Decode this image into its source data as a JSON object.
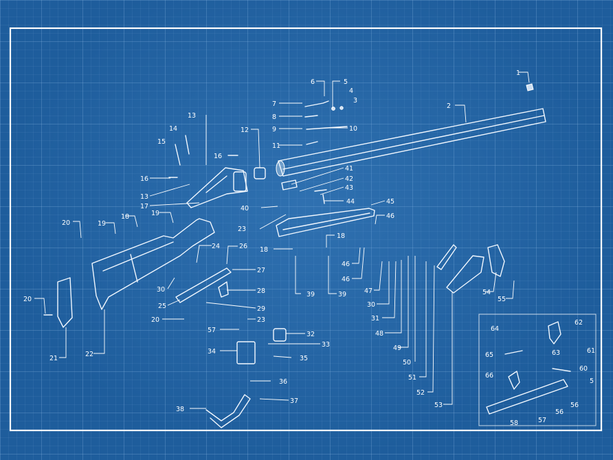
{
  "parts": [
    {
      "n": "1"
    },
    {
      "n": "2"
    },
    {
      "n": "6"
    },
    {
      "n": "5"
    },
    {
      "n": "4"
    },
    {
      "n": "3"
    },
    {
      "n": "7"
    },
    {
      "n": "8"
    },
    {
      "n": "9"
    },
    {
      "n": "10"
    },
    {
      "n": "11"
    },
    {
      "n": "13"
    },
    {
      "n": "14"
    },
    {
      "n": "12"
    },
    {
      "n": "15"
    },
    {
      "n": "16"
    },
    {
      "n": "16"
    },
    {
      "n": "13"
    },
    {
      "n": "17"
    },
    {
      "n": "19"
    },
    {
      "n": "41"
    },
    {
      "n": "42"
    },
    {
      "n": "43"
    },
    {
      "n": "44"
    },
    {
      "n": "40"
    },
    {
      "n": "45"
    },
    {
      "n": "23"
    },
    {
      "n": "46"
    },
    {
      "n": "20"
    },
    {
      "n": "19"
    },
    {
      "n": "18"
    },
    {
      "n": "18"
    },
    {
      "n": "18"
    },
    {
      "n": "24"
    },
    {
      "n": "26"
    },
    {
      "n": "46"
    },
    {
      "n": "27"
    },
    {
      "n": "46"
    },
    {
      "n": "47"
    },
    {
      "n": "30"
    },
    {
      "n": "28"
    },
    {
      "n": "39"
    },
    {
      "n": "39"
    },
    {
      "n": "54"
    },
    {
      "n": "55"
    },
    {
      "n": "25"
    },
    {
      "n": "29"
    },
    {
      "n": "30"
    },
    {
      "n": "20"
    },
    {
      "n": "20"
    },
    {
      "n": "23"
    },
    {
      "n": "31"
    },
    {
      "n": "57"
    },
    {
      "n": "32"
    },
    {
      "n": "48"
    },
    {
      "n": "33"
    },
    {
      "n": "49"
    },
    {
      "n": "34"
    },
    {
      "n": "35"
    },
    {
      "n": "21"
    },
    {
      "n": "22"
    },
    {
      "n": "50"
    },
    {
      "n": "36"
    },
    {
      "n": "51"
    },
    {
      "n": "52"
    },
    {
      "n": "37"
    },
    {
      "n": "38"
    },
    {
      "n": "53"
    },
    {
      "n": "62"
    },
    {
      "n": "64"
    },
    {
      "n": "63"
    },
    {
      "n": "61"
    },
    {
      "n": "65"
    },
    {
      "n": "60"
    },
    {
      "n": "66"
    },
    {
      "n": "5"
    },
    {
      "n": "56"
    },
    {
      "n": "56"
    },
    {
      "n": "58"
    },
    {
      "n": "57"
    }
  ]
}
